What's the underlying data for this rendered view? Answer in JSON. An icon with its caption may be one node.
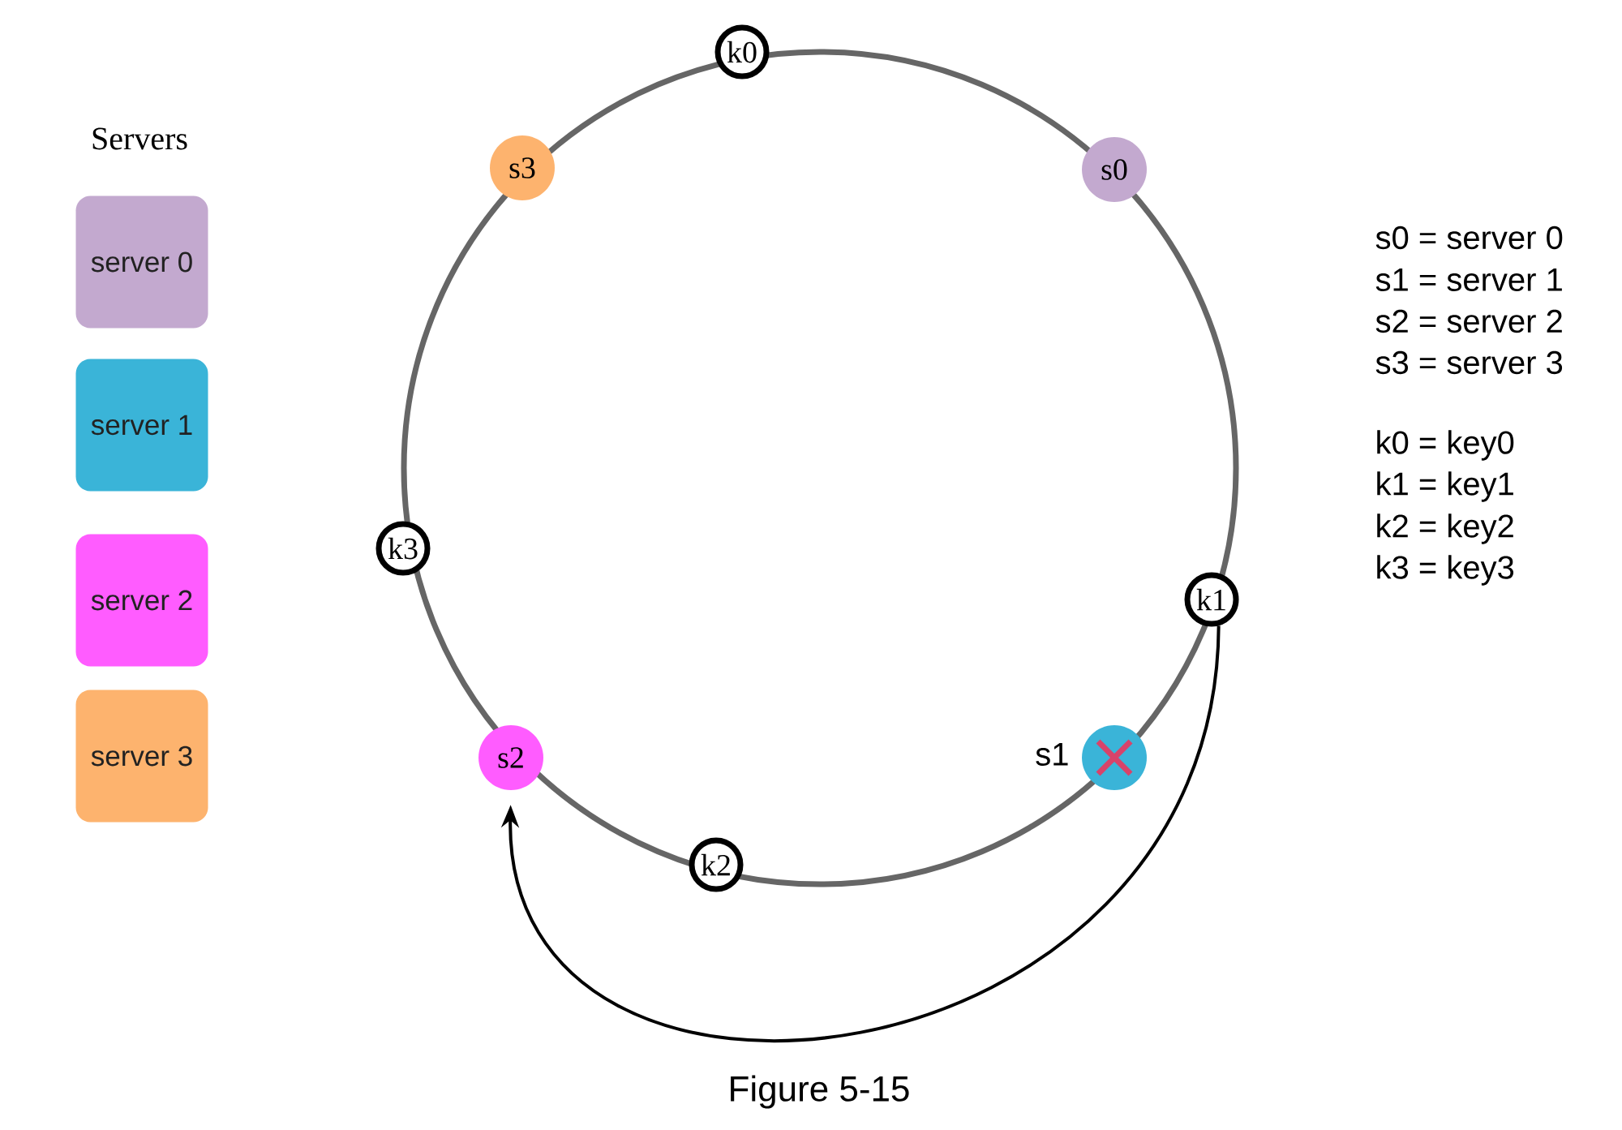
{
  "diagram": {
    "caption": "Figure 5-15",
    "nodes": [
      {
        "text": [
          "k0"
        ]
      },
      {
        "text": [
          "s3"
        ]
      },
      {
        "text": [
          "s0"
        ]
      },
      {
        "text": [
          "k3"
        ]
      },
      {
        "text": [
          "k1"
        ]
      },
      {
        "text": [
          "s2"
        ]
      },
      {
        "text": [],
        "shape": "circle",
        "beside": [
          "s1"
        ]
      },
      {
        "text": [
          "k2"
        ]
      }
    ],
    "edges": [
      {
        "from": 4,
        "to": 5,
        "arrow": "to"
      }
    ],
    "labels": [
      "Servers",
      "s0 = server 0",
      "s1 = server 1",
      "s2 = server 2",
      "s3 = server 3",
      "k0 = key0",
      "k1 = key1",
      "k2 = key2",
      "k3 = key3"
    ],
    "legend": [
      {
        "text": "server 0",
        "color": "#c3a9cf"
      },
      {
        "text": "server 1",
        "color": "#3ab4d8"
      },
      {
        "text": "server 2",
        "color": "#ff5cff"
      },
      {
        "text": "server 3",
        "color": "#fdb36e"
      }
    ]
  }
}
